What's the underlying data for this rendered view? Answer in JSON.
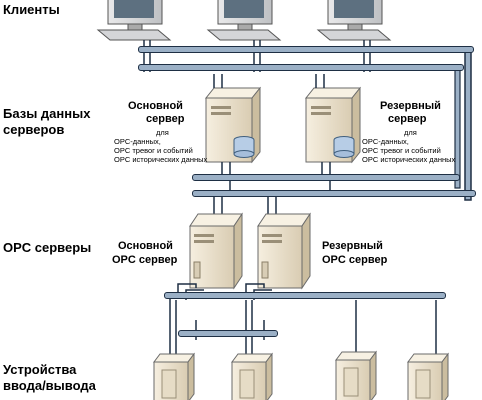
{
  "tiers": {
    "clients": "Клиенты",
    "db_servers_line1": "Базы данных",
    "db_servers_line2": "серверов",
    "opc_servers": "OPC серверы",
    "io_devices_line1": "Устройства",
    "io_devices_line2": "ввода/вывода"
  },
  "db_primary": {
    "title_line1": "Основной",
    "title_line2": "сервер",
    "for": "для",
    "item1": "OPC-данных,",
    "item2": "OPC тревог и событий",
    "item3": "OPC исторических данных"
  },
  "db_backup": {
    "title_line1": "Резервный",
    "title_line2": "сервер",
    "for": "для",
    "item1": "OPC-данных,",
    "item2": "OPC тревог и событий",
    "item3": "OPC исторических данных"
  },
  "opc_primary": {
    "title_line1": "Основной",
    "title_line2": "OPC сервер"
  },
  "opc_backup": {
    "title_line1": "Резервный",
    "title_line2": "OPC сервер"
  },
  "colors": {
    "bus_fill": "#9bb0c6",
    "bus_stroke": "#1e2f44",
    "server_body": "#efe4cf"
  }
}
